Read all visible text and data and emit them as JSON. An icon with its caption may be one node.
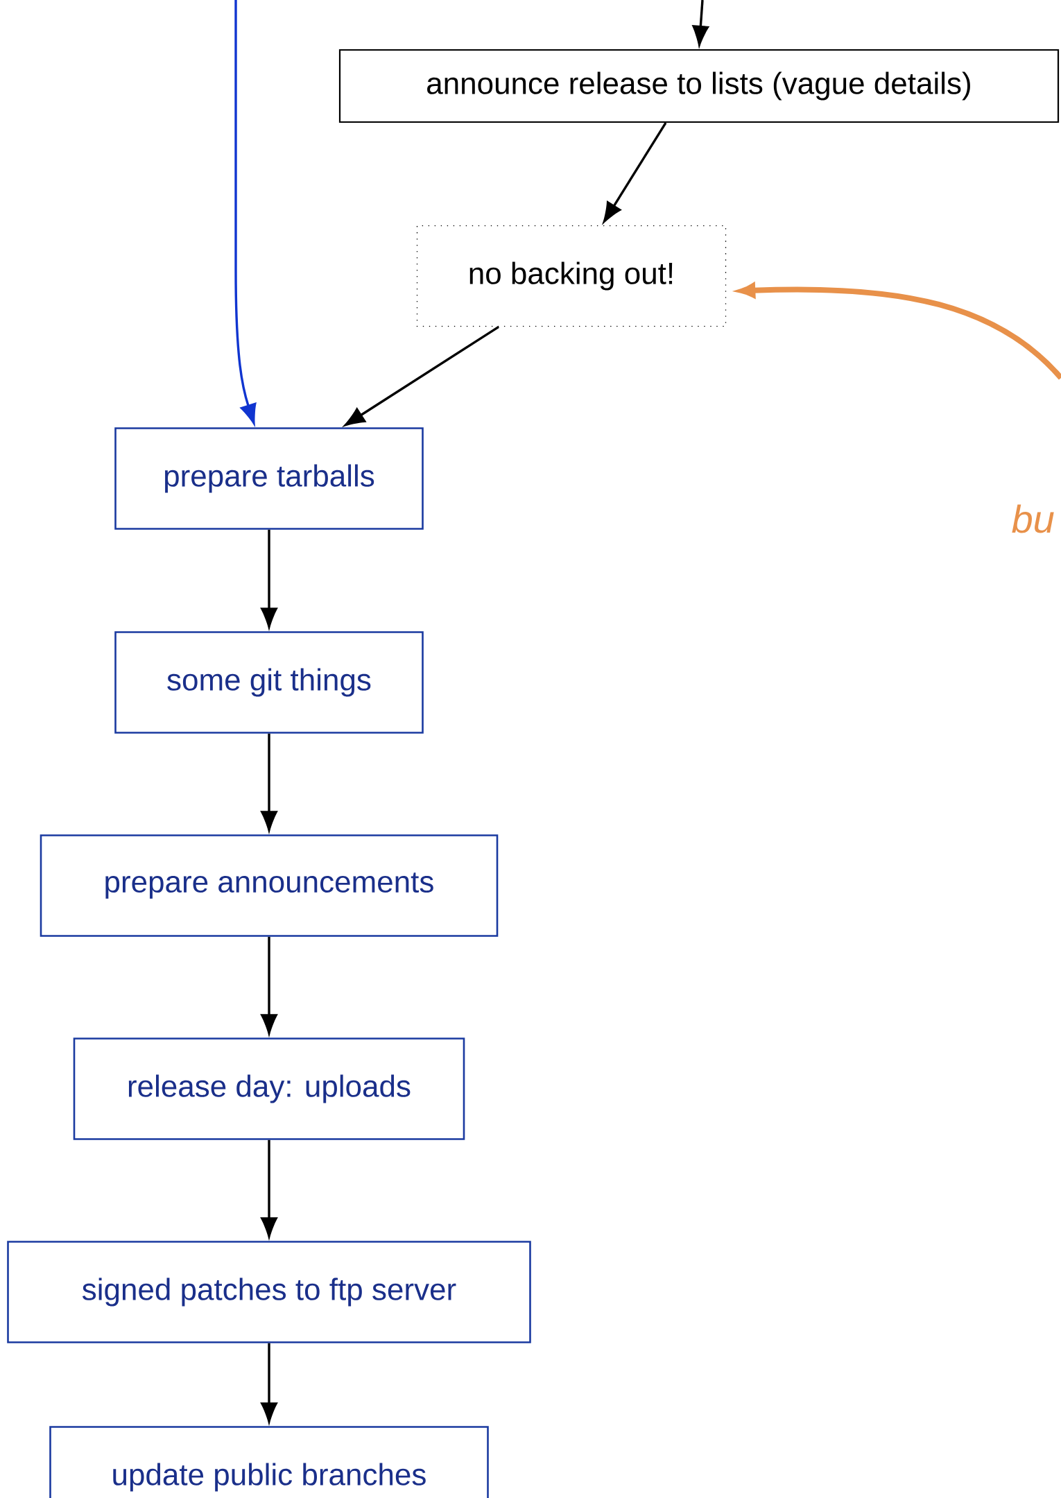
{
  "diagram": {
    "nodes": [
      {
        "text": [
          "announce release to lists (vague details)"
        ]
      },
      {
        "text": [
          "no backing out!"
        ]
      },
      {
        "text": [
          "prepare tarballs"
        ]
      },
      {
        "text": [
          "some git things"
        ]
      },
      {
        "text": [
          "prepare announcements"
        ]
      },
      {
        "text": [
          "release day: uploads"
        ]
      },
      {
        "text": [
          "signed patches to ftp server"
        ]
      },
      {
        "text": [
          "update public branches"
        ]
      }
    ],
    "edges": [
      {
        "from": null,
        "to": 0,
        "arrow": "to"
      },
      {
        "from": 0,
        "to": 1,
        "arrow": "to"
      },
      {
        "from": null,
        "to": 2,
        "arrow": "to",
        "color": "#1035d0"
      },
      {
        "from": 1,
        "to": 2,
        "arrow": "to"
      },
      {
        "from": 2,
        "to": 3,
        "arrow": "to"
      },
      {
        "from": 3,
        "to": 4,
        "arrow": "to"
      },
      {
        "from": 4,
        "to": 5,
        "arrow": "to"
      },
      {
        "from": 5,
        "to": 6,
        "arrow": "to"
      },
      {
        "from": 6,
        "to": 7,
        "arrow": "to"
      },
      {
        "from": null,
        "to": 1,
        "arrow": "to",
        "style": "thick",
        "color": "#e8914a"
      }
    ],
    "labels": [
      "bu"
    ]
  }
}
